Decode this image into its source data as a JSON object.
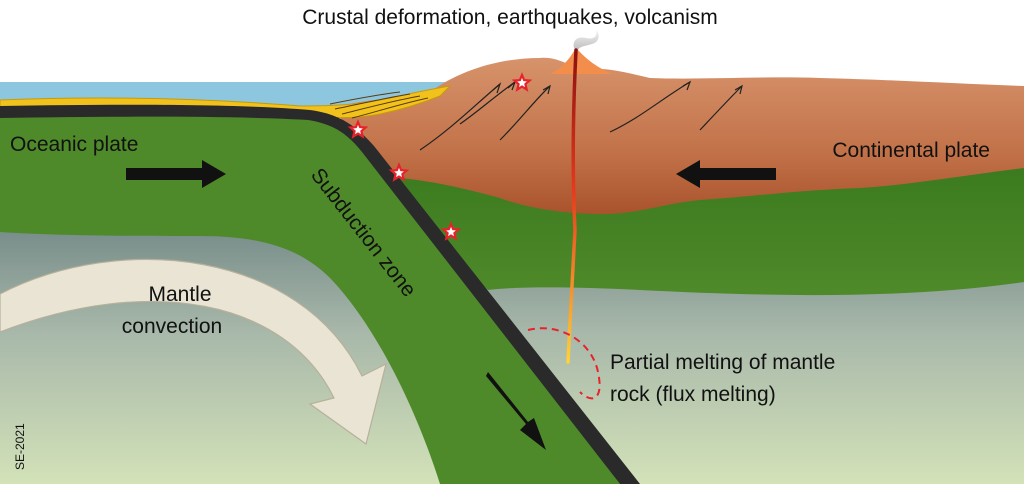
{
  "title": "Crustal deformation, earthquakes, volcanism",
  "labels": {
    "oceanic_plate": "Oceanic plate",
    "continental_plate": "Continental plate",
    "subduction_zone": "Subduction zone",
    "mantle_convection_line1": "Mantle",
    "mantle_convection_line2": "convection",
    "partial_melting_line1": "Partial melting of mantle",
    "partial_melting_line2": "rock (flux melting)",
    "credit": "SE-2021"
  },
  "colors": {
    "sea": "#8cc7df",
    "oceanic_plate": "#4f8a2a",
    "slab_edge": "#2a2a2a",
    "continental_crust": "#c0704a",
    "continental_lithosphere": "#3e7d22",
    "mantle_top": "#6f8584",
    "mantle_bottom": "#d3e2b8",
    "sediment": "#f2c21c",
    "volcano": "#f28d4b",
    "magma": "#e8391c",
    "arrow": "#111111",
    "convection_arrow": "#e9e4d4",
    "earthquake_star": "#e8222a"
  },
  "icons": [
    "right-arrow-icon",
    "left-arrow-icon",
    "down-right-arrow-icon",
    "curved-arrow-icon",
    "earthquake-star-icon",
    "volcano-icon",
    "magma-conduit-icon",
    "dashed-melt-zone-icon"
  ]
}
